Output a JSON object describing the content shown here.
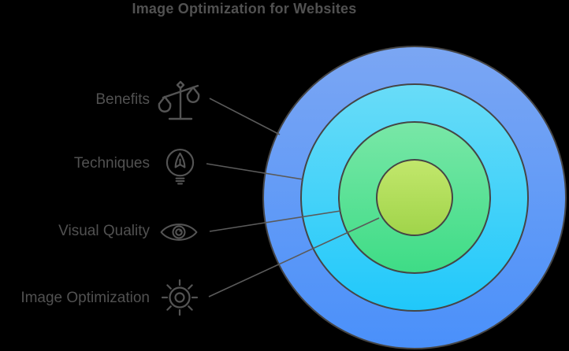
{
  "title": "Image Optimization for Websites",
  "diagram": {
    "type": "onion-concentric-circles",
    "background": "#000000",
    "outline_color": "#454545",
    "connector_color": "#5a5a5a",
    "text_color": "#515151",
    "levels": [
      {
        "label": "Benefits",
        "icon": "scale-icon",
        "ring": "outermost",
        "ring_color_top": "#7BA6F3",
        "ring_color_bottom": "#4A90FA"
      },
      {
        "label": "Techniques",
        "icon": "lightbulb-icon",
        "ring": "second",
        "ring_color_top": "#69DCF8",
        "ring_color_bottom": "#20C8FA"
      },
      {
        "label": "Visual Quality",
        "icon": "eye-icon",
        "ring": "third",
        "ring_color_top": "#79E7A7",
        "ring_color_bottom": "#3EDC86"
      },
      {
        "label": "Image Optimization",
        "icon": "sun-icon",
        "ring": "center",
        "ring_color_top": "#C2E76C",
        "ring_color_bottom": "#A0D44A"
      }
    ]
  }
}
